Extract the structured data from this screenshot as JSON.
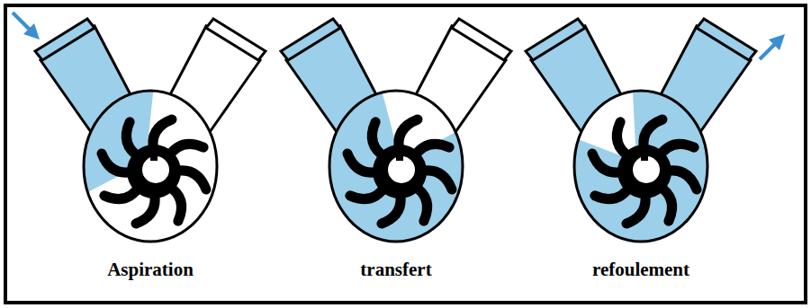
{
  "diagram": {
    "labels": [
      "Aspiration",
      "transfert",
      "refoulement"
    ]
  }
}
